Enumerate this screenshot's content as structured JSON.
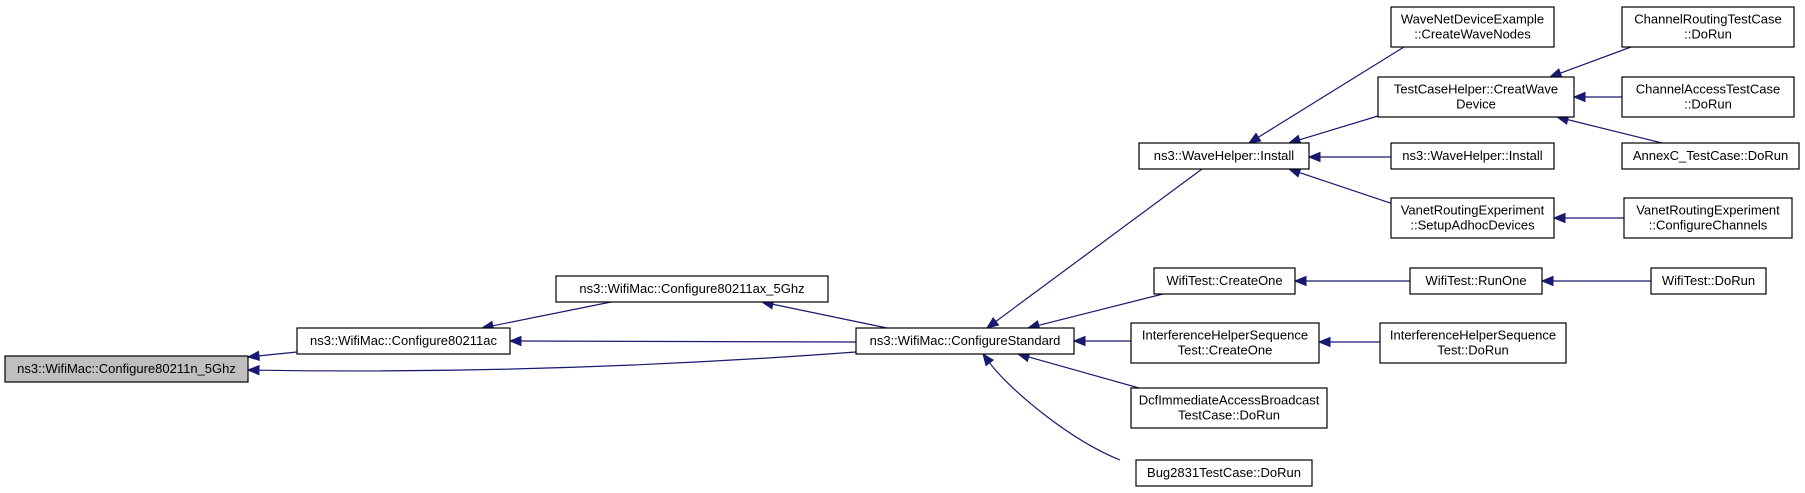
{
  "graph": {
    "title": "",
    "colors": {
      "edge": "#191970",
      "focus_fill": "#bfbfbf",
      "node_fill": "#ffffff",
      "node_border": "#000000",
      "background": "#ffffff"
    },
    "nodes": [
      {
        "id": "n1",
        "focus": true,
        "lines": [
          "ns3::WifiMac::Configure80211n_5Ghz"
        ]
      },
      {
        "id": "n2",
        "focus": false,
        "lines": [
          "ns3::WifiMac::Configure80211ac"
        ]
      },
      {
        "id": "n3",
        "focus": false,
        "lines": [
          "ns3::WifiMac::Configure80211ax_5Ghz"
        ]
      },
      {
        "id": "n4",
        "focus": false,
        "lines": [
          "ns3::WifiMac::ConfigureStandard"
        ]
      },
      {
        "id": "n5",
        "focus": false,
        "lines": [
          "ns3::WaveHelper::Install"
        ]
      },
      {
        "id": "n6",
        "focus": false,
        "lines": [
          "WifiTest::CreateOne"
        ]
      },
      {
        "id": "n7",
        "focus": false,
        "lines": [
          "InterferenceHelperSequence",
          "Test::CreateOne"
        ]
      },
      {
        "id": "n8",
        "focus": false,
        "lines": [
          "DcfImmediateAccessBroadcast",
          "TestCase::DoRun"
        ]
      },
      {
        "id": "n9",
        "focus": false,
        "lines": [
          "Bug2831TestCase::DoRun"
        ]
      },
      {
        "id": "n10",
        "focus": false,
        "lines": [
          "WaveNetDeviceExample",
          "::CreateWaveNodes"
        ]
      },
      {
        "id": "n11",
        "focus": false,
        "lines": [
          "TestCaseHelper::CreatWave",
          "Device"
        ]
      },
      {
        "id": "n12",
        "focus": false,
        "lines": [
          "ns3::WaveHelper::Install"
        ]
      },
      {
        "id": "n13",
        "focus": false,
        "lines": [
          "VanetRoutingExperiment",
          "::SetupAdhocDevices"
        ]
      },
      {
        "id": "n14",
        "focus": false,
        "lines": [
          "ChannelRoutingTestCase",
          "::DoRun"
        ]
      },
      {
        "id": "n15",
        "focus": false,
        "lines": [
          "ChannelAccessTestCase",
          "::DoRun"
        ]
      },
      {
        "id": "n16",
        "focus": false,
        "lines": [
          "AnnexC_TestCase::DoRun"
        ]
      },
      {
        "id": "n17",
        "focus": false,
        "lines": [
          "VanetRoutingExperiment",
          "::ConfigureChannels"
        ]
      },
      {
        "id": "n18",
        "focus": false,
        "lines": [
          "WifiTest::RunOne"
        ]
      },
      {
        "id": "n19",
        "focus": false,
        "lines": [
          "WifiTest::DoRun"
        ]
      },
      {
        "id": "n20",
        "focus": false,
        "lines": [
          "InterferenceHelperSequence",
          "Test::DoRun"
        ]
      }
    ],
    "edges": [
      {
        "from": "n2",
        "to": "n1"
      },
      {
        "from": "n4",
        "to": "n1"
      },
      {
        "from": "n3",
        "to": "n2"
      },
      {
        "from": "n4",
        "to": "n2"
      },
      {
        "from": "n4",
        "to": "n3"
      },
      {
        "from": "n5",
        "to": "n4"
      },
      {
        "from": "n6",
        "to": "n4"
      },
      {
        "from": "n7",
        "to": "n4"
      },
      {
        "from": "n8",
        "to": "n4"
      },
      {
        "from": "n9",
        "to": "n4"
      },
      {
        "from": "n10",
        "to": "n5"
      },
      {
        "from": "n11",
        "to": "n5"
      },
      {
        "from": "n12",
        "to": "n5"
      },
      {
        "from": "n13",
        "to": "n5"
      },
      {
        "from": "n14",
        "to": "n11"
      },
      {
        "from": "n15",
        "to": "n11"
      },
      {
        "from": "n16",
        "to": "n11"
      },
      {
        "from": "n17",
        "to": "n13"
      },
      {
        "from": "n18",
        "to": "n6"
      },
      {
        "from": "n19",
        "to": "n18"
      },
      {
        "from": "n20",
        "to": "n7"
      }
    ]
  }
}
